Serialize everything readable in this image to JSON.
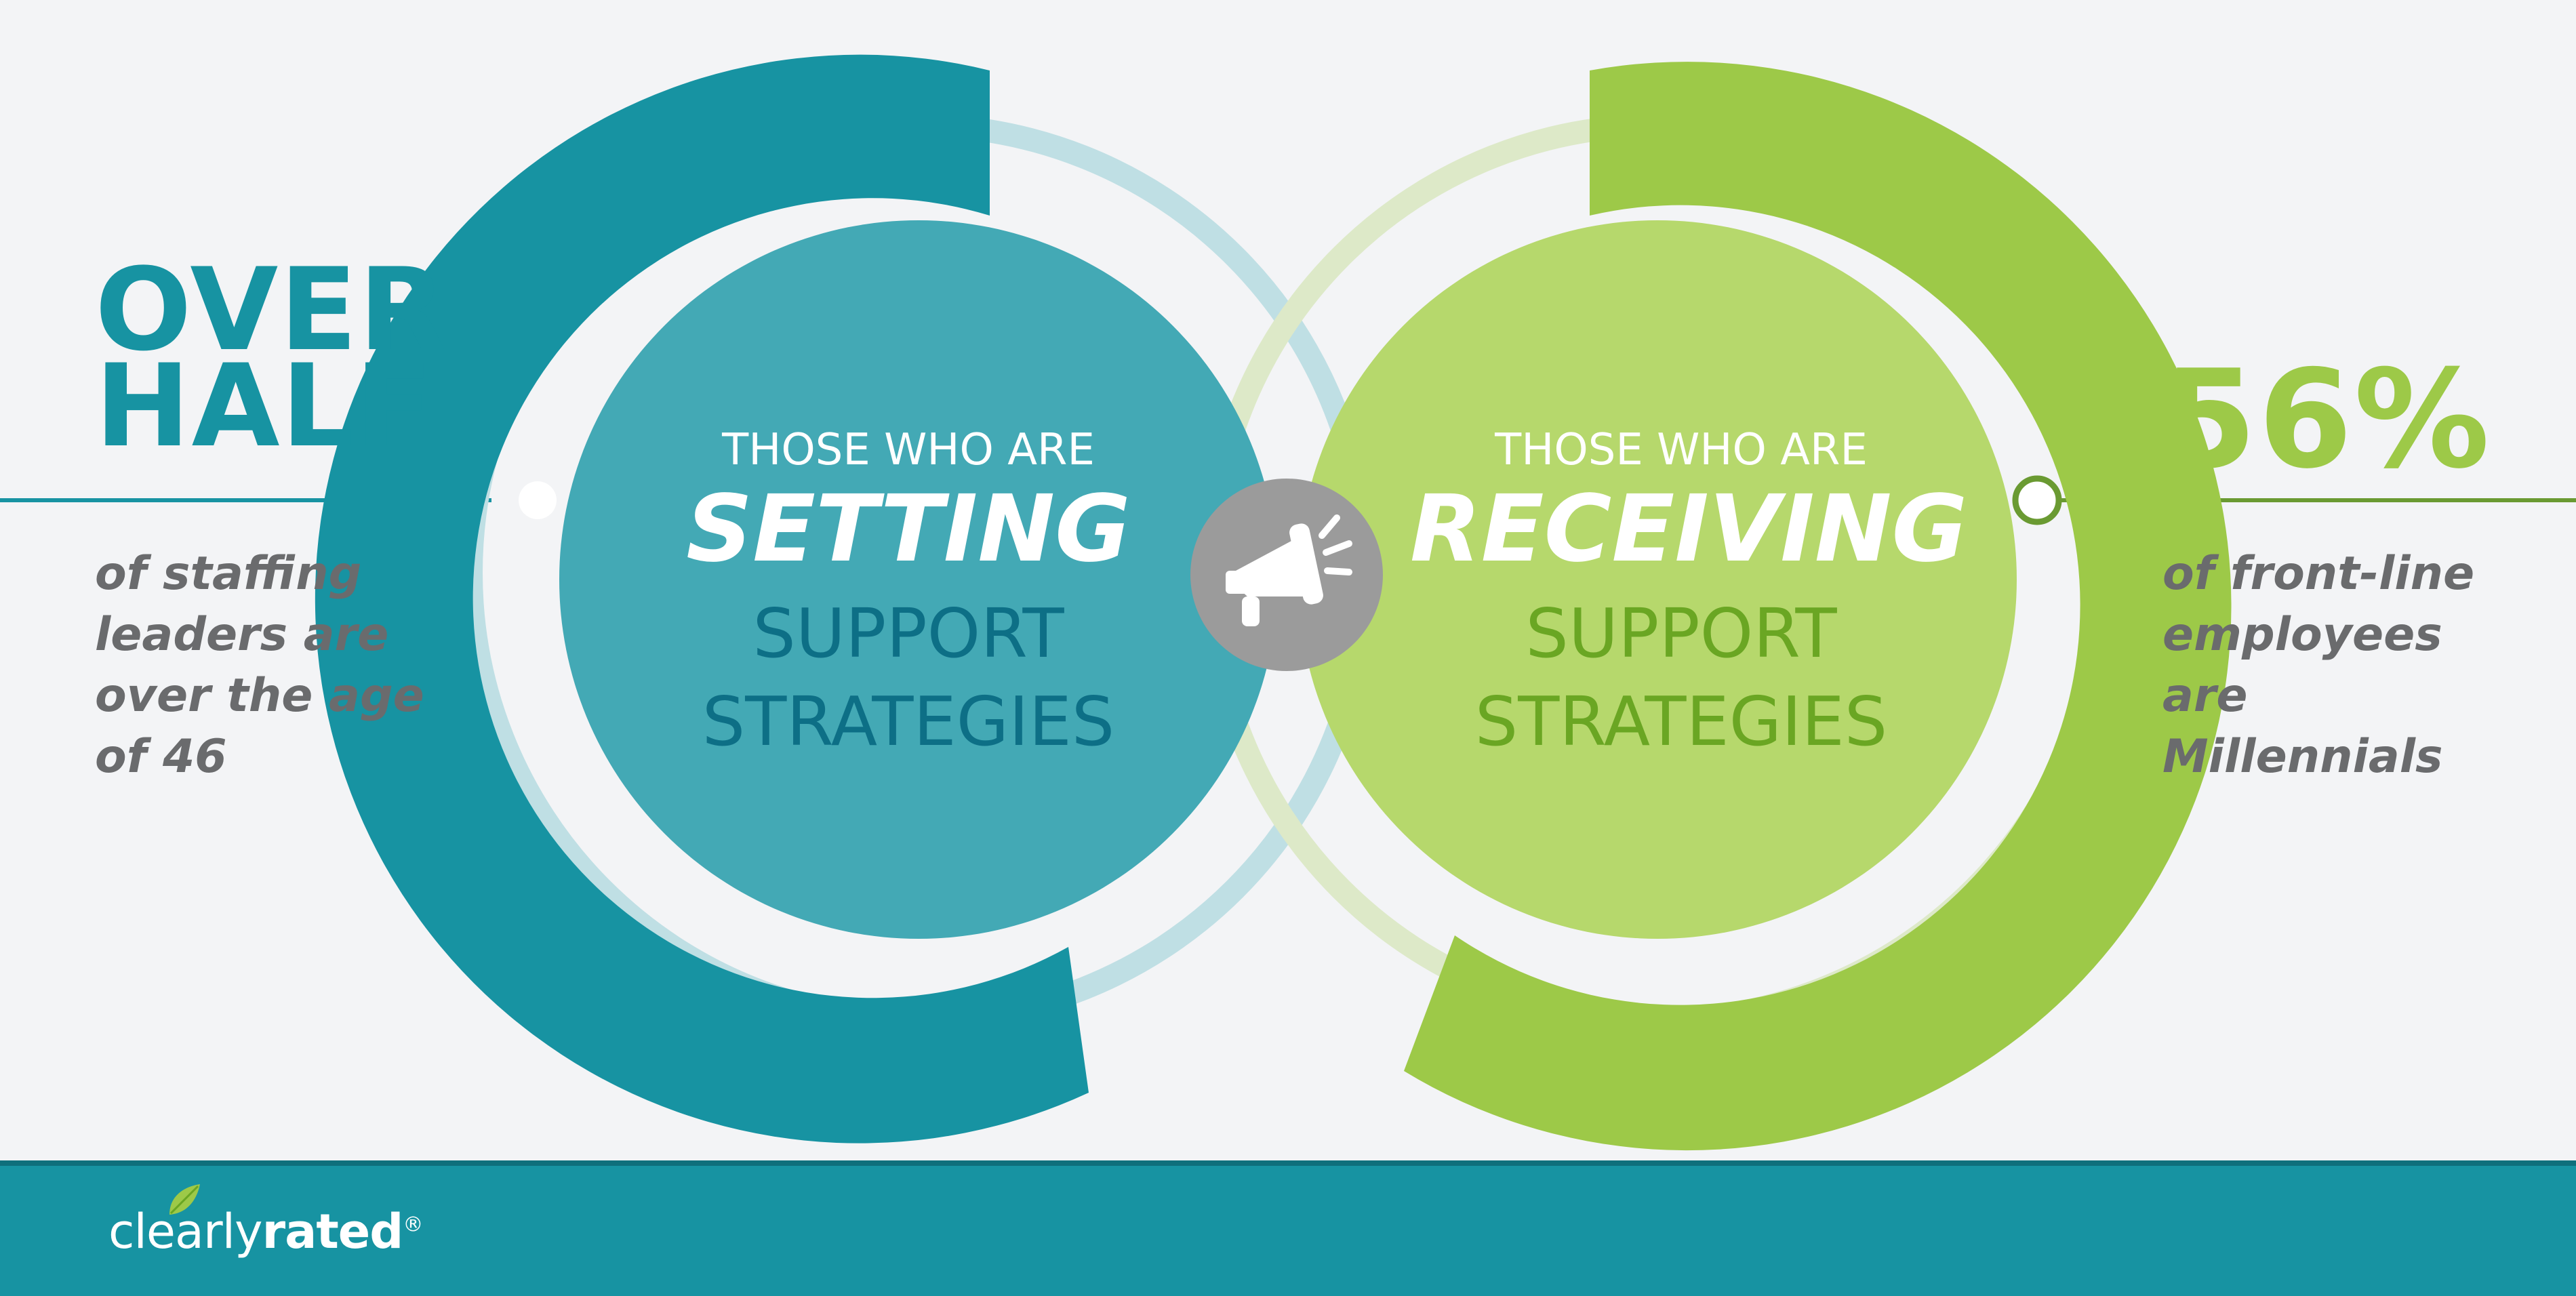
{
  "left_stat": {
    "headline": [
      "OVER",
      "HALF"
    ],
    "caption": [
      "of staffing",
      "leaders are",
      "over the age",
      "of 46"
    ]
  },
  "right_stat": {
    "headline": "56%",
    "caption": [
      "of front-line",
      "employees are",
      "Millennials"
    ]
  },
  "left_circle": {
    "lead": "THOSE WHO ARE",
    "verb": "SETTING",
    "tail": [
      "SUPPORT",
      "STRATEGIES"
    ]
  },
  "right_circle": {
    "lead": "THOSE WHO ARE",
    "verb": "RECEIVING",
    "tail": [
      "SUPPORT",
      "STRATEGIES"
    ]
  },
  "center_icon": "megaphone-icon",
  "footer": {
    "brand_light": "clearly",
    "brand_bold": "rated",
    "mark": "®"
  },
  "colors": {
    "teal_dark": "#1793a2",
    "teal_mid": "#43a9b5",
    "teal_text": "#0d6f86",
    "green_dark": "#9dc948",
    "green_mid": "#b6d86c",
    "green_text": "#6aa623",
    "gray_icon": "#9b9b9b",
    "caption_gray": "#6a6b6d",
    "background": "#f3f4f6",
    "footer_band": "#1793a2"
  }
}
